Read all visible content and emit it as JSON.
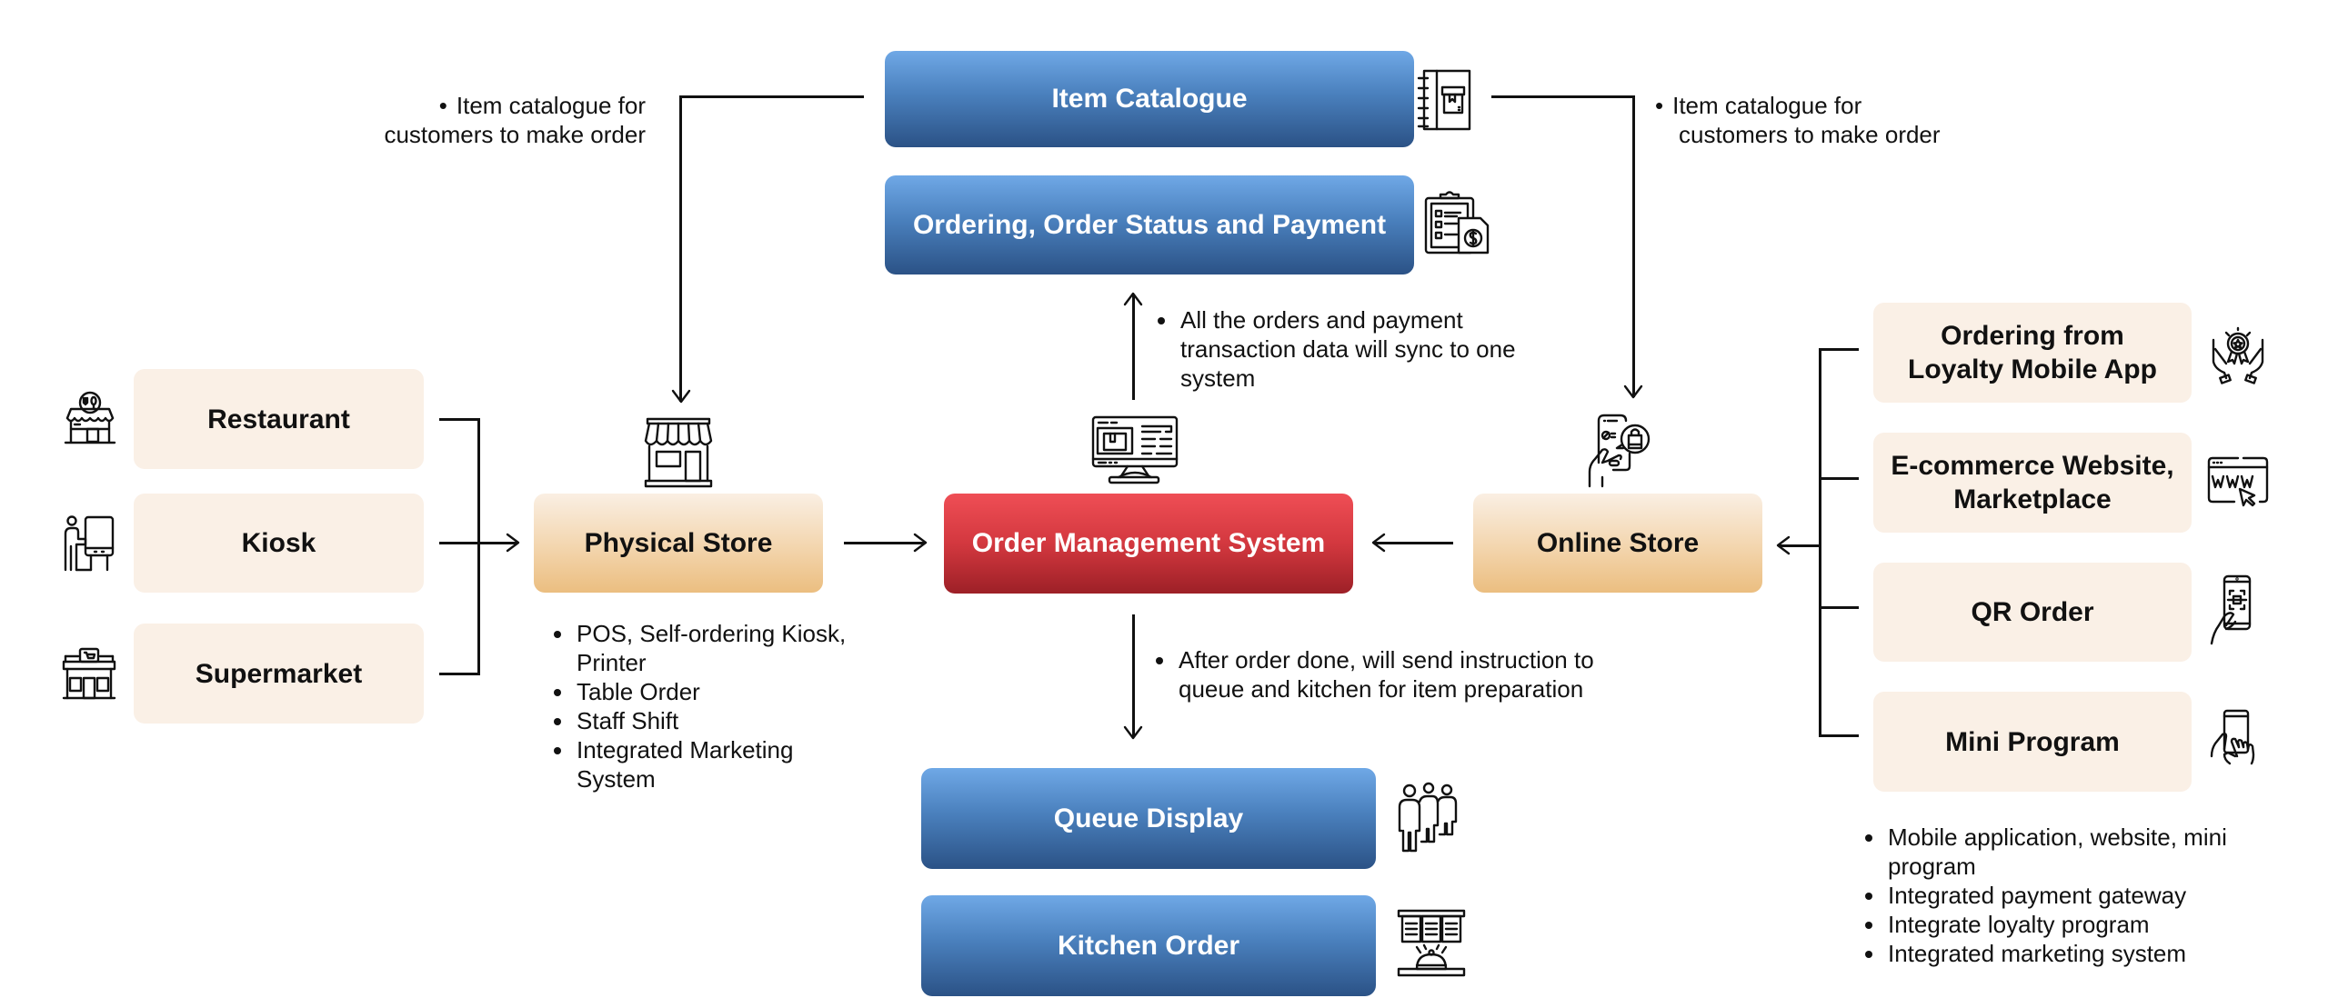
{
  "top_systems": {
    "item_catalogue": "Item Catalogue",
    "ordering_payment": "Ordering, Order Status and Payment"
  },
  "left_sources": [
    {
      "label": "Restaurant",
      "icon": "restaurant-icon"
    },
    {
      "label": "Kiosk",
      "icon": "kiosk-icon"
    },
    {
      "label": "Supermarket",
      "icon": "supermarket-icon"
    }
  ],
  "physical_store": {
    "label": "Physical Store",
    "icon": "storefront-icon",
    "features": [
      "POS, Self-ordering Kiosk, Printer",
      "Table Order",
      "Staff Shift",
      "Integrated Marketing System"
    ]
  },
  "oms": {
    "label": "Order Management System",
    "icon": "monitor-icon",
    "sync_note": "All the orders and payment transaction data will sync to one system",
    "dispatch_note": "After order done, will send instruction to queue and kitchen for item preparation"
  },
  "online_store": {
    "label": "Online Store",
    "icon": "mobile-shopping-icon",
    "features": [
      "Mobile application, website, mini program",
      "Integrated payment gateway",
      "Integrate loyalty program",
      "Integrated marketing system"
    ]
  },
  "right_sources": [
    {
      "label": "Ordering from Loyalty Mobile App",
      "line1": "Ordering from",
      "line2": "Loyalty Mobile App",
      "icon": "loyalty-award-icon"
    },
    {
      "label": "E-commerce Website, Marketplace",
      "line1": "E-commerce Website,",
      "line2": "Marketplace",
      "icon": "website-www-icon"
    },
    {
      "label": "QR Order",
      "icon": "qr-phone-icon"
    },
    {
      "label": "Mini Program",
      "icon": "phone-tap-icon"
    }
  ],
  "catalogue_notes": {
    "left_line1": "Item catalogue for",
    "left_line2": "customers to make order",
    "right_line1": "Item catalogue for",
    "right_line2": "customers to make order"
  },
  "outputs": {
    "queue_display": "Queue Display",
    "kitchen_order": "Kitchen Order"
  },
  "colors": {
    "blue_top": "#6fa8e6",
    "blue_bottom": "#2b5286",
    "red_top": "#ef4e55",
    "red_bottom": "#9d2027",
    "gold_top": "#faefe3",
    "gold_bottom": "#ebbe80",
    "cream": "#faf0e6"
  }
}
